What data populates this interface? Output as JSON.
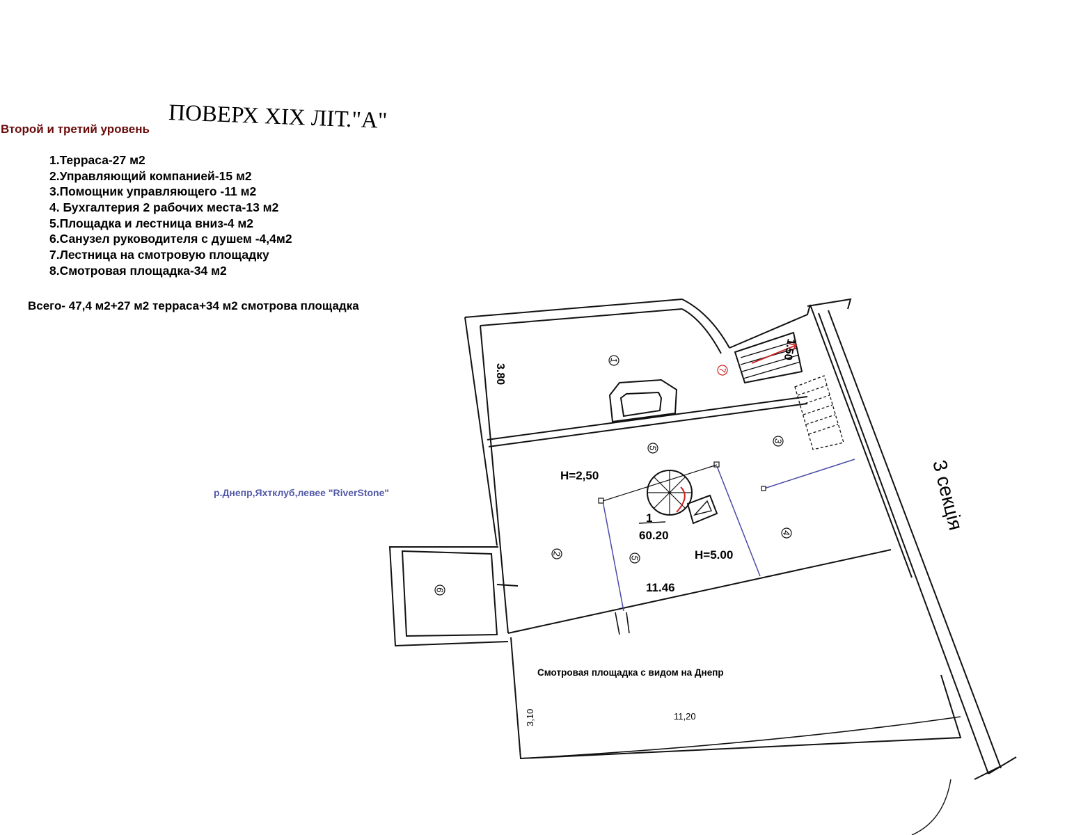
{
  "header": {
    "title": "ПОВЕРХ XIX ЛІТ.\"А\"",
    "subtitle": "Второй и третий уровень"
  },
  "rooms_legend": [
    "1.Терраса-27 м2",
    "2.Управляющий компанией-15 м2",
    "3.Помощник управляющего -11 м2",
    "4. Бухгалтерия 2 рабочих места-13 м2",
    "5.Площадка и лестница вниз-4 м2",
    "6.Санузел руководителя с душем -4,4м2",
    "7.Лестница на смотровую площадку",
    "8.Смотровая площадка-34 м2"
  ],
  "total": "Всего- 47,4 м2+27 м2 терраса+34 м2 смотрова площадка",
  "location": "р.Днепр,Яхтклуб,левее \"RiverStone\"",
  "plan": {
    "section_label": "3 секція",
    "observation_label": "Смотровая площадка с видом на Днепр",
    "height_low": "H=2,50",
    "height_high": "H=5.00",
    "stair_number": "1",
    "stair_mark": "60.20",
    "dimensions": {
      "terrace_depth": "3.80",
      "stair_width": "1.50",
      "room_length": "11.46",
      "platform_depth": "3,10",
      "platform_length": "11,20"
    },
    "room_markers": [
      "1",
      "2",
      "3",
      "4",
      "5",
      "5",
      "6",
      "7"
    ]
  },
  "colors": {
    "subtitle": "#6b0c0c",
    "location": "#5258a8",
    "stair_arrow": "#cc2222",
    "dim_line": "#4a4aa8"
  }
}
